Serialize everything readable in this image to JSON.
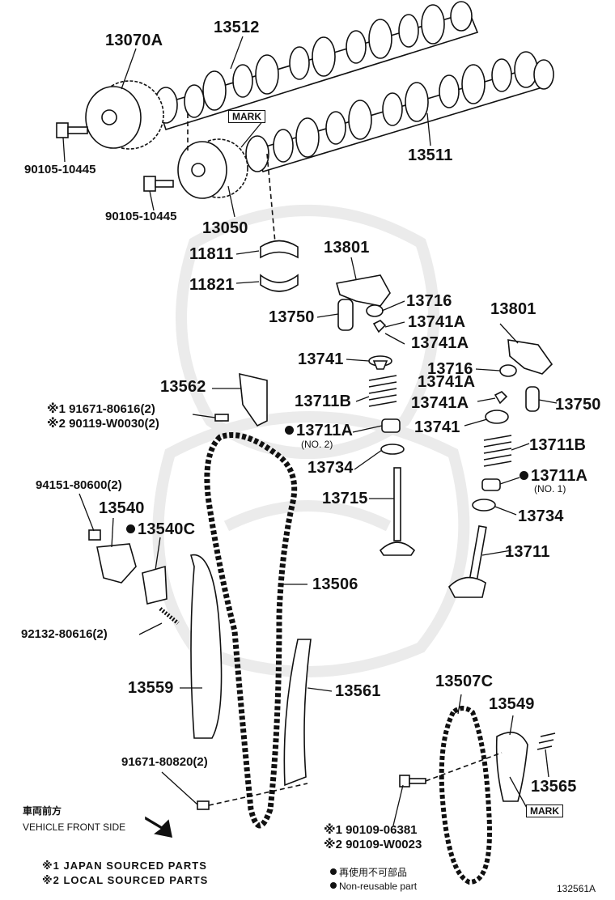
{
  "parts": {
    "p13070A": "13070A",
    "p13512": "13512",
    "p13511": "13511",
    "p13050": "13050",
    "bolt1": "90105-10445",
    "bolt2": "90105-10445",
    "p11811": "11811",
    "p11821": "11821",
    "p13801a": "13801",
    "p13716a": "13716",
    "p13750a": "13750",
    "p13741Aa": "13741A",
    "p13741Ab": "13741A",
    "p13741a": "13741",
    "p13711Ba": "13711B",
    "p13711Aa": "13711A",
    "p13711Aa_sub": "(NO. 2)",
    "p13734a": "13734",
    "p13715": "13715",
    "p13801b": "13801",
    "p13716b": "13716",
    "p13741Ac": "13741A",
    "p13741Ad": "13741A",
    "p13750b": "13750",
    "p13741b": "13741",
    "p13711Bb": "13711B",
    "p13711Ab": "13711A",
    "p13711Ab_sub": "(NO. 1)",
    "p13734b": "13734",
    "p13711": "13711",
    "p13562": "13562",
    "bolt13562a": "※1 91671-80616(2)",
    "bolt13562b": "※2 90119-W0030(2)",
    "bolt94151": "94151-80600(2)",
    "p13540": "13540",
    "p13540C": "13540C",
    "p13506": "13506",
    "stud92132": "92132-80616(2)",
    "p13559": "13559",
    "p13561": "13561",
    "bolt91671": "91671-80820(2)",
    "p13507C": "13507C",
    "p13549": "13549",
    "p13565": "13565",
    "bolt90109a": "※1 90109-06381",
    "bolt90109b": "※2 90109-W0023"
  },
  "marks": {
    "mark1": "MARK",
    "mark2": "MARK"
  },
  "footer": {
    "front_jp": "車両前方",
    "front_en": "VEHICLE FRONT SIDE",
    "note1": "※1 JAPAN SOURCED PARTS",
    "note2": "※2 LOCAL SOURCED PARTS",
    "legend_jp": "再使用不可部品",
    "legend_en": "Non-reusable part",
    "code": "132561A"
  },
  "colors": {
    "ink": "#111111",
    "watermark": "#e6e6e6"
  }
}
